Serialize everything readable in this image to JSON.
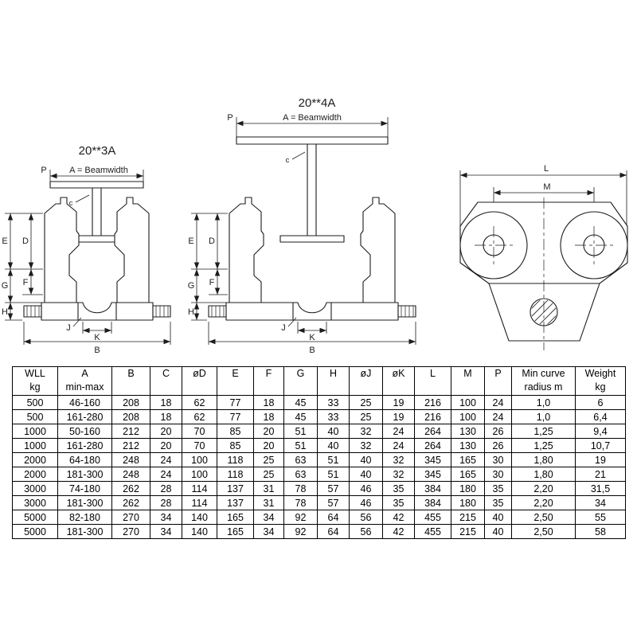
{
  "page": {
    "background": "#ffffff"
  },
  "drawings": {
    "front_left": {
      "title": "20**3A"
    },
    "front_right": {
      "title": "20**4A"
    },
    "dims": {
      "P": "P",
      "A": "A = Beamwidth",
      "c": "c",
      "D": "D",
      "E": "E",
      "F": "F",
      "G": "G",
      "H": "H",
      "J": "J",
      "K": "K",
      "B": "B",
      "L": "L",
      "M": "M"
    }
  },
  "table": {
    "headers": [
      {
        "line1": "WLL",
        "line2": "kg"
      },
      {
        "line1": "A",
        "line2": "min-max"
      },
      {
        "line1": "B",
        "line2": ""
      },
      {
        "line1": "C",
        "line2": ""
      },
      {
        "line1": "øD",
        "line2": ""
      },
      {
        "line1": "E",
        "line2": ""
      },
      {
        "line1": "F",
        "line2": ""
      },
      {
        "line1": "G",
        "line2": ""
      },
      {
        "line1": "H",
        "line2": ""
      },
      {
        "line1": "øJ",
        "line2": ""
      },
      {
        "line1": "øK",
        "line2": ""
      },
      {
        "line1": "L",
        "line2": ""
      },
      {
        "line1": "M",
        "line2": ""
      },
      {
        "line1": "P",
        "line2": ""
      },
      {
        "line1": "Min curve",
        "line2": "radius m"
      },
      {
        "line1": "Weight",
        "line2": "kg"
      }
    ],
    "rows": [
      [
        "500",
        "46-160",
        "208",
        "18",
        "62",
        "77",
        "18",
        "45",
        "33",
        "25",
        "19",
        "216",
        "100",
        "24",
        "1,0",
        "6"
      ],
      [
        "500",
        "161-280",
        "208",
        "18",
        "62",
        "77",
        "18",
        "45",
        "33",
        "25",
        "19",
        "216",
        "100",
        "24",
        "1,0",
        "6,4"
      ],
      [
        "1000",
        "50-160",
        "212",
        "20",
        "70",
        "85",
        "20",
        "51",
        "40",
        "32",
        "24",
        "264",
        "130",
        "26",
        "1,25",
        "9,4"
      ],
      [
        "1000",
        "161-280",
        "212",
        "20",
        "70",
        "85",
        "20",
        "51",
        "40",
        "32",
        "24",
        "264",
        "130",
        "26",
        "1,25",
        "10,7"
      ],
      [
        "2000",
        "64-180",
        "248",
        "24",
        "100",
        "118",
        "25",
        "63",
        "51",
        "40",
        "32",
        "345",
        "165",
        "30",
        "1,80",
        "19"
      ],
      [
        "2000",
        "181-300",
        "248",
        "24",
        "100",
        "118",
        "25",
        "63",
        "51",
        "40",
        "32",
        "345",
        "165",
        "30",
        "1,80",
        "21"
      ],
      [
        "3000",
        "74-180",
        "262",
        "28",
        "114",
        "137",
        "31",
        "78",
        "57",
        "46",
        "35",
        "384",
        "180",
        "35",
        "2,20",
        "31,5"
      ],
      [
        "3000",
        "181-300",
        "262",
        "28",
        "114",
        "137",
        "31",
        "78",
        "57",
        "46",
        "35",
        "384",
        "180",
        "35",
        "2,20",
        "34"
      ],
      [
        "5000",
        "82-180",
        "270",
        "34",
        "140",
        "165",
        "34",
        "92",
        "64",
        "56",
        "42",
        "455",
        "215",
        "40",
        "2,50",
        "55"
      ],
      [
        "5000",
        "181-300",
        "270",
        "34",
        "140",
        "165",
        "34",
        "92",
        "64",
        "56",
        "42",
        "455",
        "215",
        "40",
        "2,50",
        "58"
      ]
    ]
  }
}
